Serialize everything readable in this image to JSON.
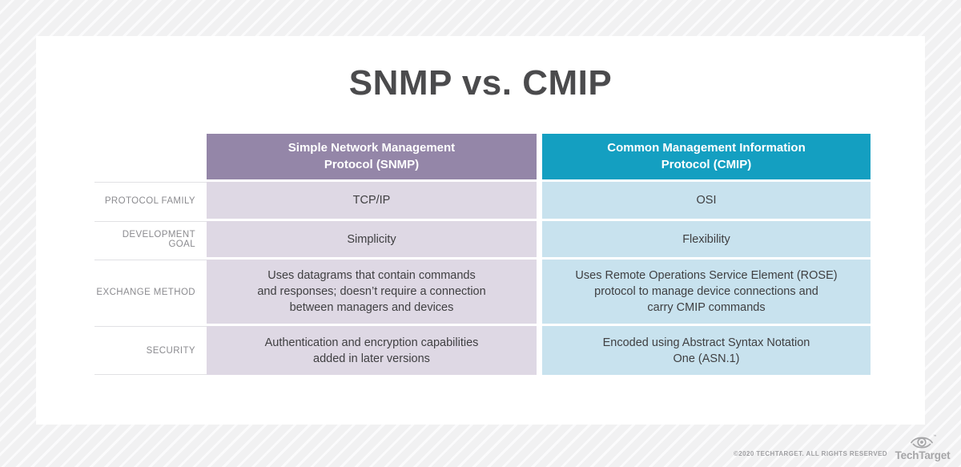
{
  "page": {
    "title": "SNMP vs. CMIP"
  },
  "colors": {
    "snmp_header": "#9486a8",
    "cmip_header": "#149fc1",
    "snmp_cell": "#ded8e4",
    "cmip_cell": "#c8e2ee",
    "title_color": "#4b4b4d",
    "cell_text": "#3f3f41",
    "label_text": "#8b8b8f",
    "footer_gray": "#a6a6a8"
  },
  "table": {
    "columns": [
      {
        "id": "snmp",
        "header": [
          "Simple Network Management",
          "Protocol (SNMP)"
        ]
      },
      {
        "id": "cmip",
        "header": [
          "Common Management Information",
          "Protocol (CMIP)"
        ]
      }
    ],
    "rows": [
      {
        "label": "PROTOCOL FAMILY",
        "snmp": [
          "TCP/IP"
        ],
        "cmip": [
          "OSI"
        ]
      },
      {
        "label": "DEVELOPMENT GOAL",
        "snmp": [
          "Simplicity"
        ],
        "cmip": [
          "Flexibility"
        ]
      },
      {
        "label": "EXCHANGE METHOD",
        "snmp": [
          "Uses datagrams that contain commands",
          "and responses; doesn’t require a connection",
          "between managers and devices"
        ],
        "cmip": [
          "Uses Remote Operations Service Element (ROSE)",
          "protocol to manage device connections and",
          "carry CMIP commands"
        ]
      },
      {
        "label": "SECURITY",
        "snmp": [
          "Authentication and encryption capabilities",
          "added in later versions"
        ],
        "cmip": [
          "Encoded using Abstract Syntax Notation",
          "One (ASN.1)"
        ]
      }
    ]
  },
  "footer": {
    "copyright": "©2020 TECHTARGET. ALL RIGHTS RESERVED",
    "logo_text": "TechTarget",
    "trademark": "™"
  },
  "chart_data": {
    "type": "table",
    "title": "SNMP vs. CMIP",
    "columns": [
      "",
      "Simple Network Management Protocol (SNMP)",
      "Common Management Information Protocol (CMIP)"
    ],
    "rows": [
      [
        "PROTOCOL FAMILY",
        "TCP/IP",
        "OSI"
      ],
      [
        "DEVELOPMENT GOAL",
        "Simplicity",
        "Flexibility"
      ],
      [
        "EXCHANGE METHOD",
        "Uses datagrams that contain commands and responses; doesn’t require a connection between managers and devices",
        "Uses Remote Operations Service Element (ROSE) protocol to manage device connections and carry CMIP commands"
      ],
      [
        "SECURITY",
        "Authentication and encryption capabilities added in later versions",
        "Encoded using Abstract Syntax Notation One (ASN.1)"
      ]
    ],
    "legend_position": "none"
  }
}
